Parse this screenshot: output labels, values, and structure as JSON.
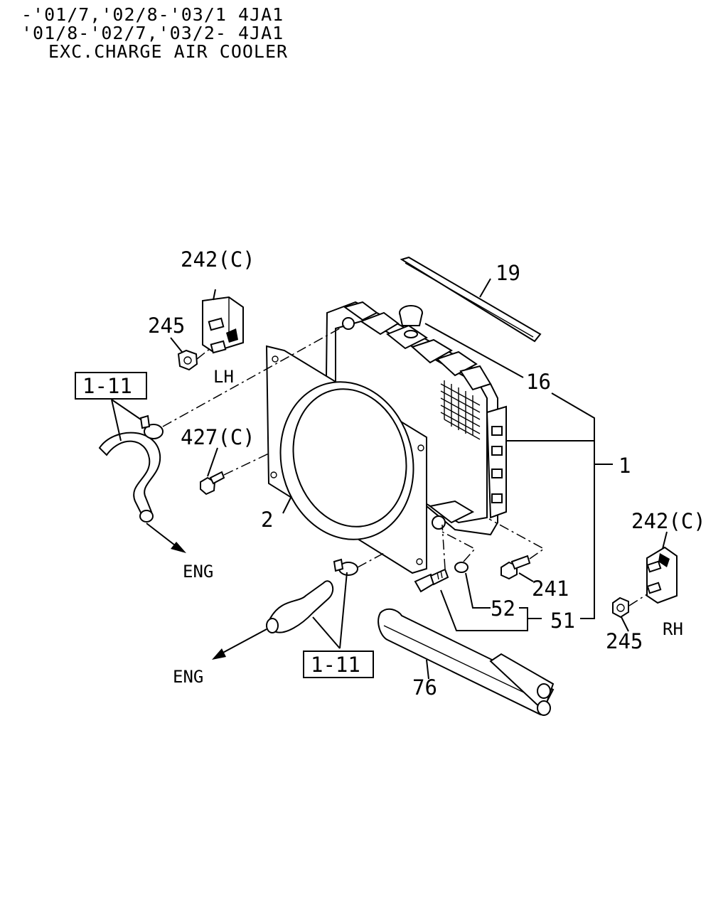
{
  "header": {
    "line1": "-'01/7,'02/8-'03/1 4JA1",
    "line2": "'01/8-'02/7,'03/2- 4JA1",
    "line3": "EXC.CHARGE AIR COOLER"
  },
  "callouts": {
    "bracket_lh": "242(C)",
    "nut_lh": "245",
    "side_lh": "LH",
    "ref_hose_upper": "1-11",
    "bolt_427": "427(C)",
    "shroud": "2",
    "eng_upper": "ENG",
    "ref_hose_lower": "1-11",
    "eng_lower": "ENG",
    "seal_19": "19",
    "cap_16": "16",
    "radiator_1": "1",
    "bracket_rh": "242(C)",
    "bolt_241": "241",
    "gasket_52": "52",
    "drain_51": "51",
    "nut_rh": "245",
    "side_rh": "RH",
    "hose_76": "76"
  }
}
